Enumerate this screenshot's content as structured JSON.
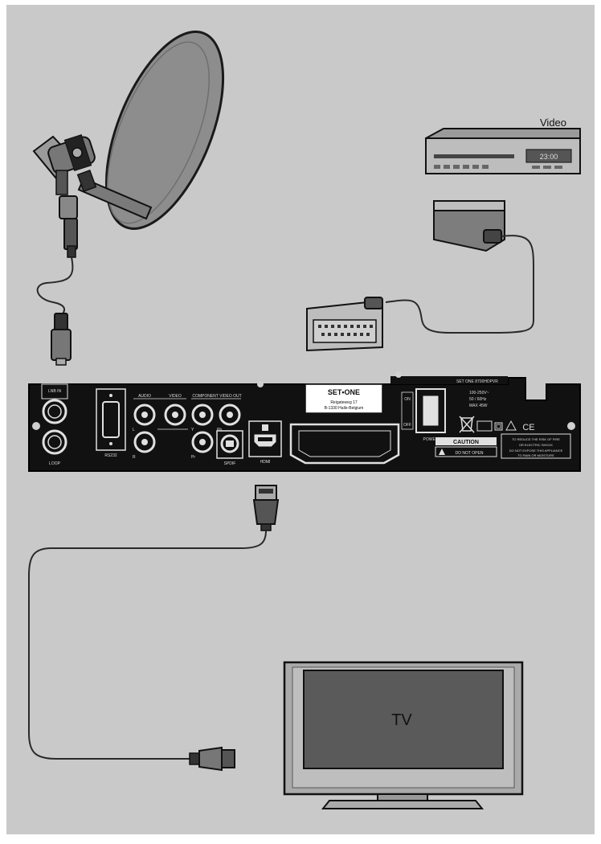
{
  "labels": {
    "video": "Video",
    "tv": "TV",
    "vcr_display": "23:00"
  },
  "receiver_panel": {
    "brand": "SET•ONE",
    "address_line1": "Reigateweg 17",
    "address_line2": "B-1330 Halle-Belgium",
    "lnb_in": "LNB IN",
    "loop": "LOOP",
    "rs232": "RS232",
    "audio": "AUDIO",
    "video_port": "VIDEO",
    "component": "COMPONENT VIDEO OUT",
    "spdif": "SPDIF",
    "hdmi": "HDMI",
    "power": "POWER",
    "on": "ON",
    "off": "OFF",
    "model": "SET ONE 8700HDPVR",
    "caution": "CAUTION",
    "do_not_open": "DO NOT OPEN",
    "ce": "CE",
    "rating_line1": "100-250V~",
    "rating_line2": "50 / 60Hz",
    "rating_line3": "MAX 45W",
    "warn_line1": "TO REDUCE THE RISK OF FIRE",
    "warn_line2": "OR ELECTRIC SHOCK",
    "warn_line3": "DO NOT EXPOSE THIS APPLIANCE",
    "warn_line4": "TO RAIN OR MOISTURE",
    "l": "L",
    "r": "R",
    "y": "Y",
    "pb": "Pb",
    "pr": "Pr"
  },
  "colors": {
    "background": "#c9c9c9",
    "frame": "#ffffff",
    "panel": "#111111",
    "device": "#aaaaaa",
    "device_dark": "#5a5a5a",
    "cable": "#2a2a2a"
  }
}
